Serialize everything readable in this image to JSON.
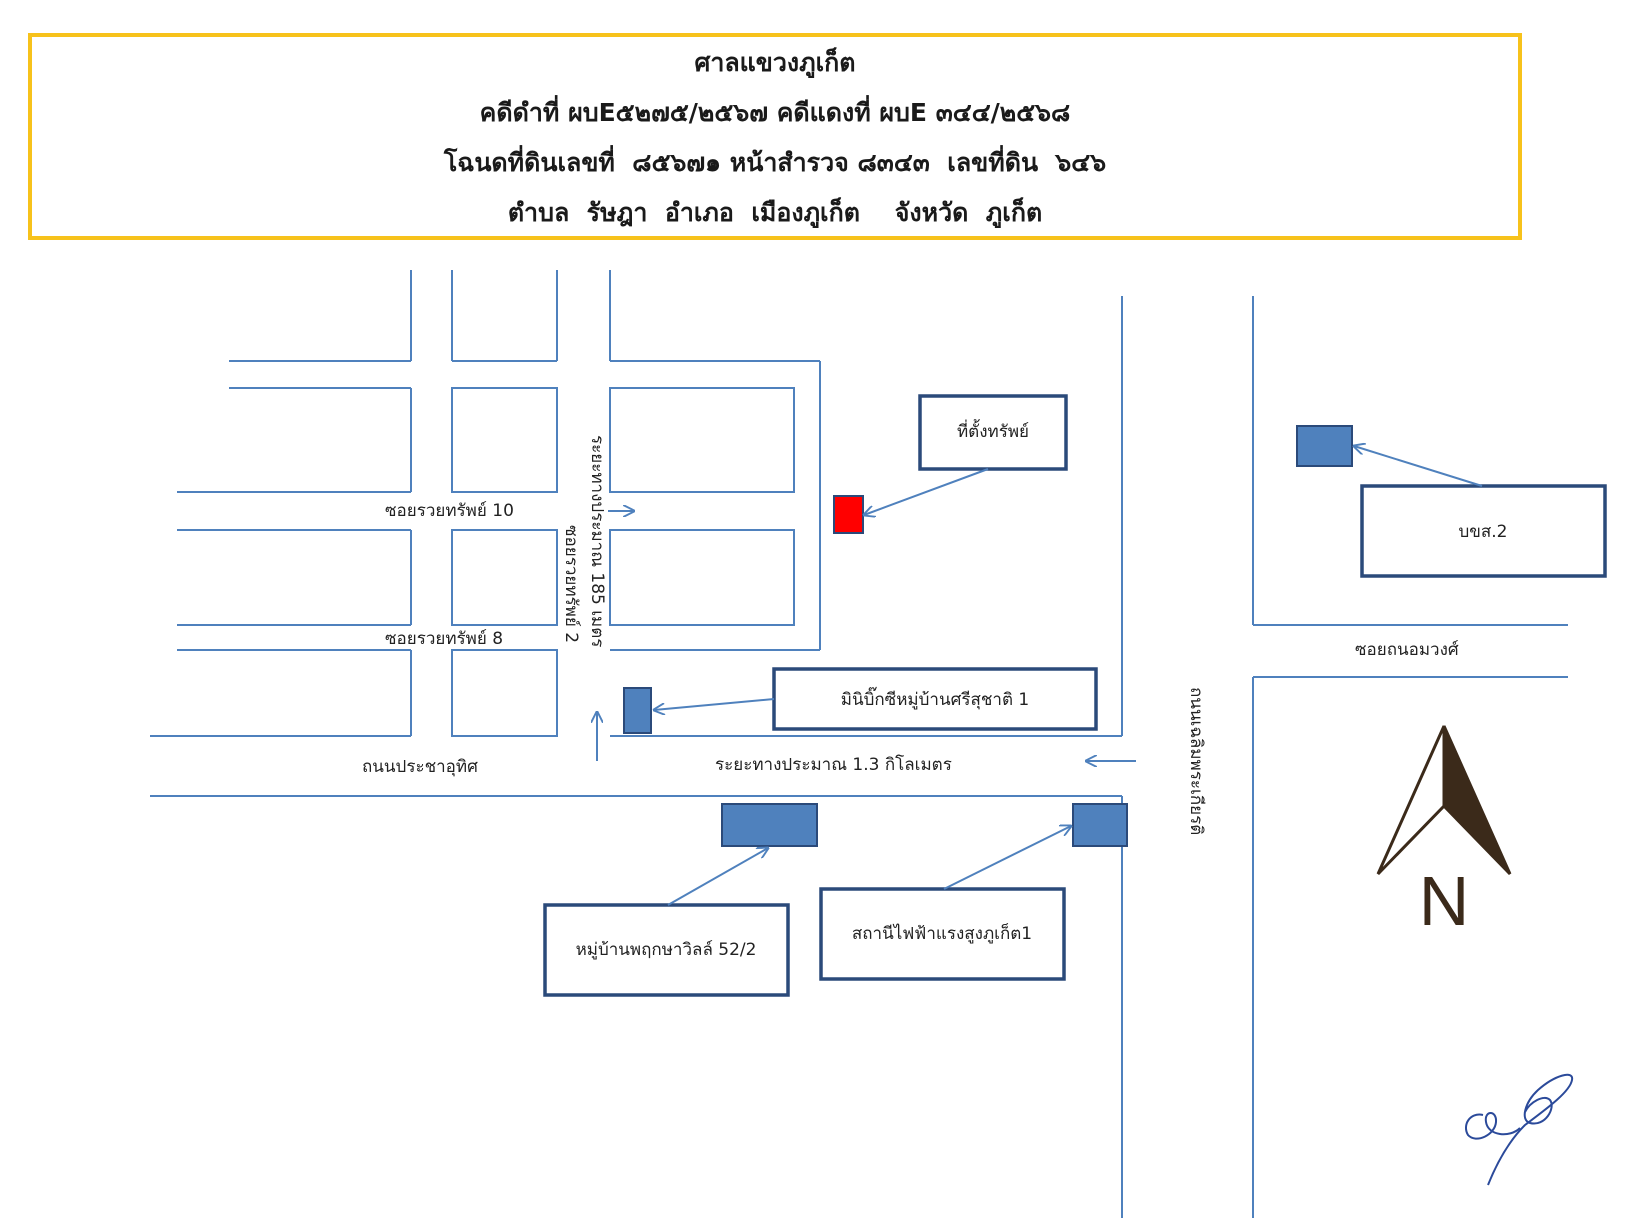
{
  "header": {
    "court": "ศาลแขวงภูเก็ต",
    "case_numbers": "คดีดำที่ ผบE๕๒๗๕/๒๕๖๗ คดีแดงที่ ผบE ๓๔๔/๒๕๖๘",
    "deed": "โฉนดที่ดินเลขที่  ๘๕๖๗๑ หน้าสำรวจ ๘๓๔๓  เลขที่ดิน  ๖๔๖",
    "location": "ตำบล  รัษฎา  อำเภอ  เมืองภูเก็ต    จังหวัด  ภูเก็ต"
  },
  "roads": {
    "soi_10": "ซอยรวยทรัพย์ 10",
    "soi_8": "ซอยรวยทรัพย์ 8",
    "soi_2": "ซอยรวยทรัพย์ 2",
    "prachauthit": "ถนนประชาอุทิศ",
    "soi_thanomwong": "ซอยถนอมวงศ์",
    "highway": "ถนนเฉลิมพระเกียรติ"
  },
  "distances": {
    "d185": "ระยะทางประมาณ 185 เมตร",
    "d13km": "ระยะทางประมาณ 1.3 กิโลเมตร"
  },
  "landmarks": {
    "property": "ที่ตั้งทรัพย์",
    "bks": "บขส.2",
    "minibigc": "มินิบิ๊กซีหมู่บ้านศรีสุชาติ 1",
    "village": "หมู่บ้านพฤกษาวิลล์ 52/2",
    "substation": "สถานีไฟฟ้าแรงสูงภูเก็ต1"
  },
  "compass": {
    "north": "N"
  },
  "colors": {
    "frame": "#f7c21b",
    "road": "#4f81bd",
    "box_border": "#2b4a7a",
    "property": "#ff0000",
    "compass": "#3b2a1a"
  }
}
